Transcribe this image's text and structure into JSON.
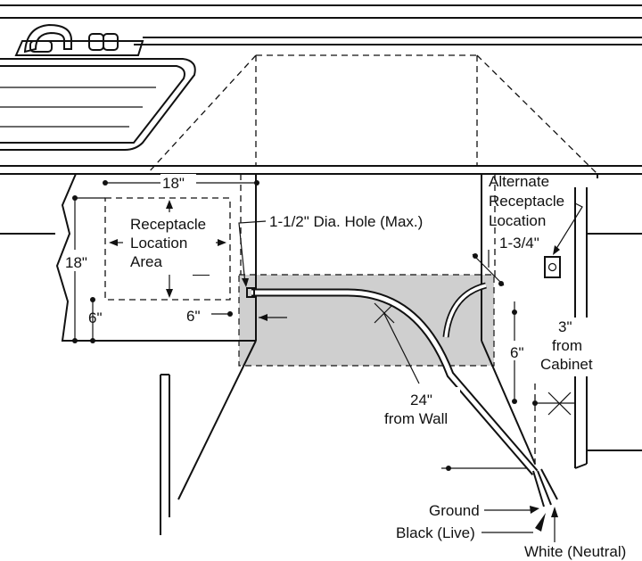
{
  "diagram": {
    "labels": {
      "top_width": "18\"",
      "side_height": "18\"",
      "receptacle_line1": "Receptacle",
      "receptacle_line2": "Location",
      "receptacle_line3": "Area",
      "hole": "1-1/2\" Dia. Hole (Max.)",
      "alt_line1": "Alternate",
      "alt_line2": "Receptacle",
      "alt_line3": "Location",
      "alt_offset": "1-3/4\"",
      "bottom_6_left": "6\"",
      "bottom_6_right": "6\"",
      "right_6": "6\"",
      "from_cabinet_1": "3\"",
      "from_cabinet_2": "from",
      "from_cabinet_3": "Cabinet",
      "from_wall_1": "24\"",
      "from_wall_2": "from Wall",
      "ground": "Ground",
      "black": "Black (Live)",
      "white": "White (Neutral)"
    },
    "colors": {
      "line": "#111111",
      "shaded_area": "#cfcfcf",
      "background": "#ffffff"
    }
  }
}
